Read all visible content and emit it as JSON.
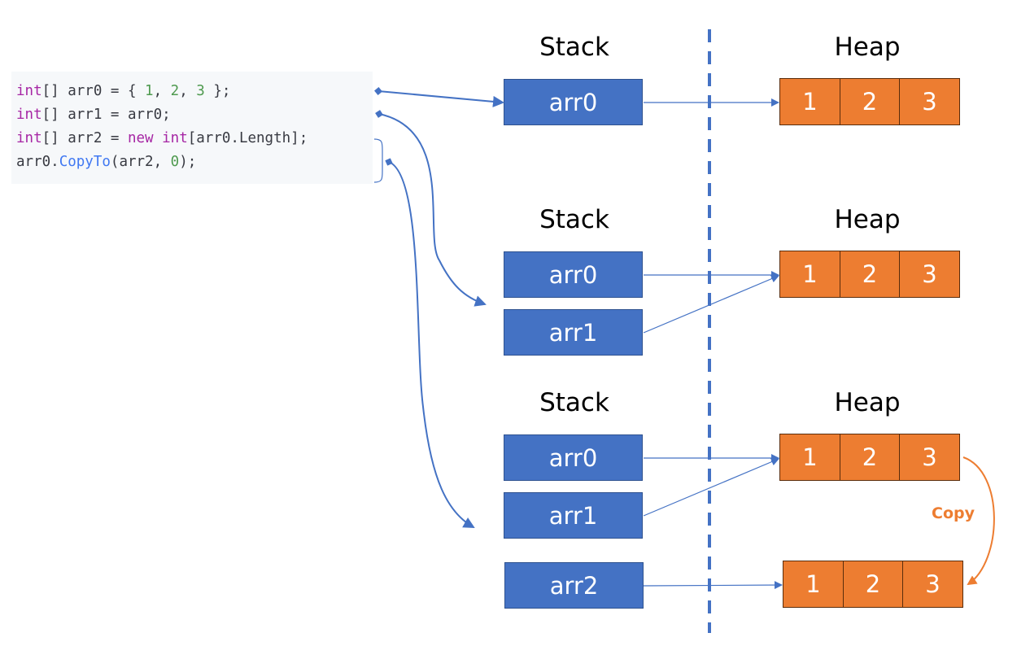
{
  "code": {
    "line1": {
      "kw": "int",
      "a": "[] arr0 = { ",
      "n1": "1",
      "c1": ", ",
      "n2": "2",
      "c2": ", ",
      "n3": "3",
      "end": " };"
    },
    "line2": {
      "kw": "int",
      "rest": "[] arr1 = arr0;"
    },
    "line3": {
      "kw": "int",
      "a": "[] arr2 = ",
      "kw_new": "new",
      "sp": " ",
      "kw_int": "int",
      "rest": "[arr0.Length];"
    },
    "line4": {
      "pre": "arr0.",
      "fn": "CopyTo",
      "mid": "(arr2, ",
      "num": "0",
      "end": ");"
    }
  },
  "scenes": [
    {
      "stack_label": "Stack",
      "heap_label": "Heap",
      "stack_vars": [
        "arr0"
      ],
      "heap_arrays": [
        [
          "1",
          "2",
          "3"
        ]
      ]
    },
    {
      "stack_label": "Stack",
      "heap_label": "Heap",
      "stack_vars": [
        "arr0",
        "arr1"
      ],
      "heap_arrays": [
        [
          "1",
          "2",
          "3"
        ]
      ]
    },
    {
      "stack_label": "Stack",
      "heap_label": "Heap",
      "stack_vars": [
        "arr0",
        "arr1",
        "arr2"
      ],
      "heap_arrays": [
        [
          "1",
          "2",
          "3"
        ],
        [
          "1",
          "2",
          "3"
        ]
      ]
    }
  ],
  "copy_label": "Copy",
  "colors": {
    "stack_fill": "#4472c4",
    "heap_fill": "#ed7d31",
    "arrow": "#4472c4",
    "copy_arrow": "#ed7d31",
    "divider": "#4472c4"
  }
}
